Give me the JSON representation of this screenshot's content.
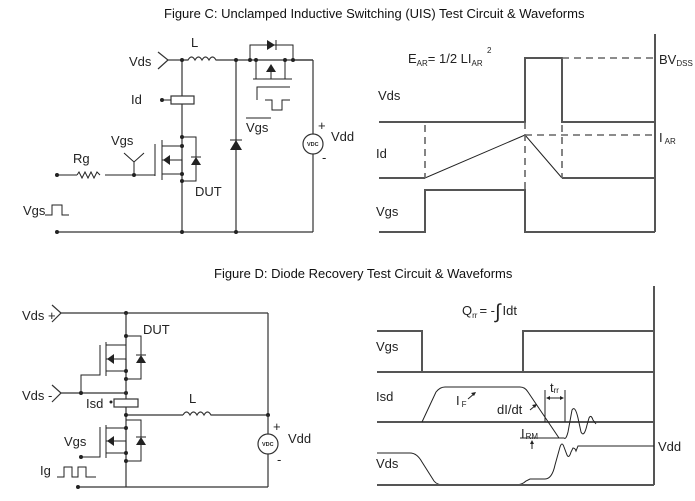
{
  "figure_c": {
    "title": "Figure C: Unclamped Inductive Switching (UIS) Test Circuit & Waveforms",
    "circuit": {
      "vds_label": "Vds",
      "inductor_label": "L",
      "id_label": "Id",
      "vgs_label": "Vgs",
      "rg_label": "Rg",
      "dut_label": "DUT",
      "vgs_source_label": "Vgs",
      "vgs_bar_label": "Vgs",
      "vdd_label": "Vdd",
      "plus": "+",
      "minus": "-",
      "vdc": "VDC"
    },
    "waveforms": {
      "formula_e": "E",
      "formula_e_sub": "AR",
      "formula_rest": "= 1/2 LI",
      "formula_i_sub": "AR",
      "formula_sup": "2",
      "vds_label": "Vds",
      "id_label": "Id",
      "vgs_label": "Vgs",
      "bvdss_main": "BV",
      "bvdss_sub": "DSS",
      "iar_main": "I",
      "iar_sub": "AR"
    }
  },
  "figure_d": {
    "title": "Figure D: Diode Recovery Test Circuit & Waveforms",
    "circuit": {
      "vds_plus_label": "Vds +",
      "vds_minus_label": "Vds -",
      "dut_label": "DUT",
      "isd_label": "Isd",
      "inductor_label": "L",
      "vgs_label": "Vgs",
      "ig_label": "Ig",
      "vdd_label": "Vdd",
      "plus": "+",
      "minus": "-",
      "vdc": "VDC"
    },
    "waveforms": {
      "formula_q": "Q",
      "formula_q_sub": "rr",
      "formula_rest": "= -",
      "formula_integral": "∫",
      "formula_idt": "Idt",
      "vgs_label": "Vgs",
      "isd_label": "Isd",
      "vds_label": "Vds",
      "if_main": "I",
      "if_sub": "F",
      "didt_label": "dI/dt",
      "trr_main": "t",
      "trr_sub": "rr",
      "irm_main": "I",
      "irm_sub": "RM",
      "vdd_label": "Vdd"
    }
  }
}
